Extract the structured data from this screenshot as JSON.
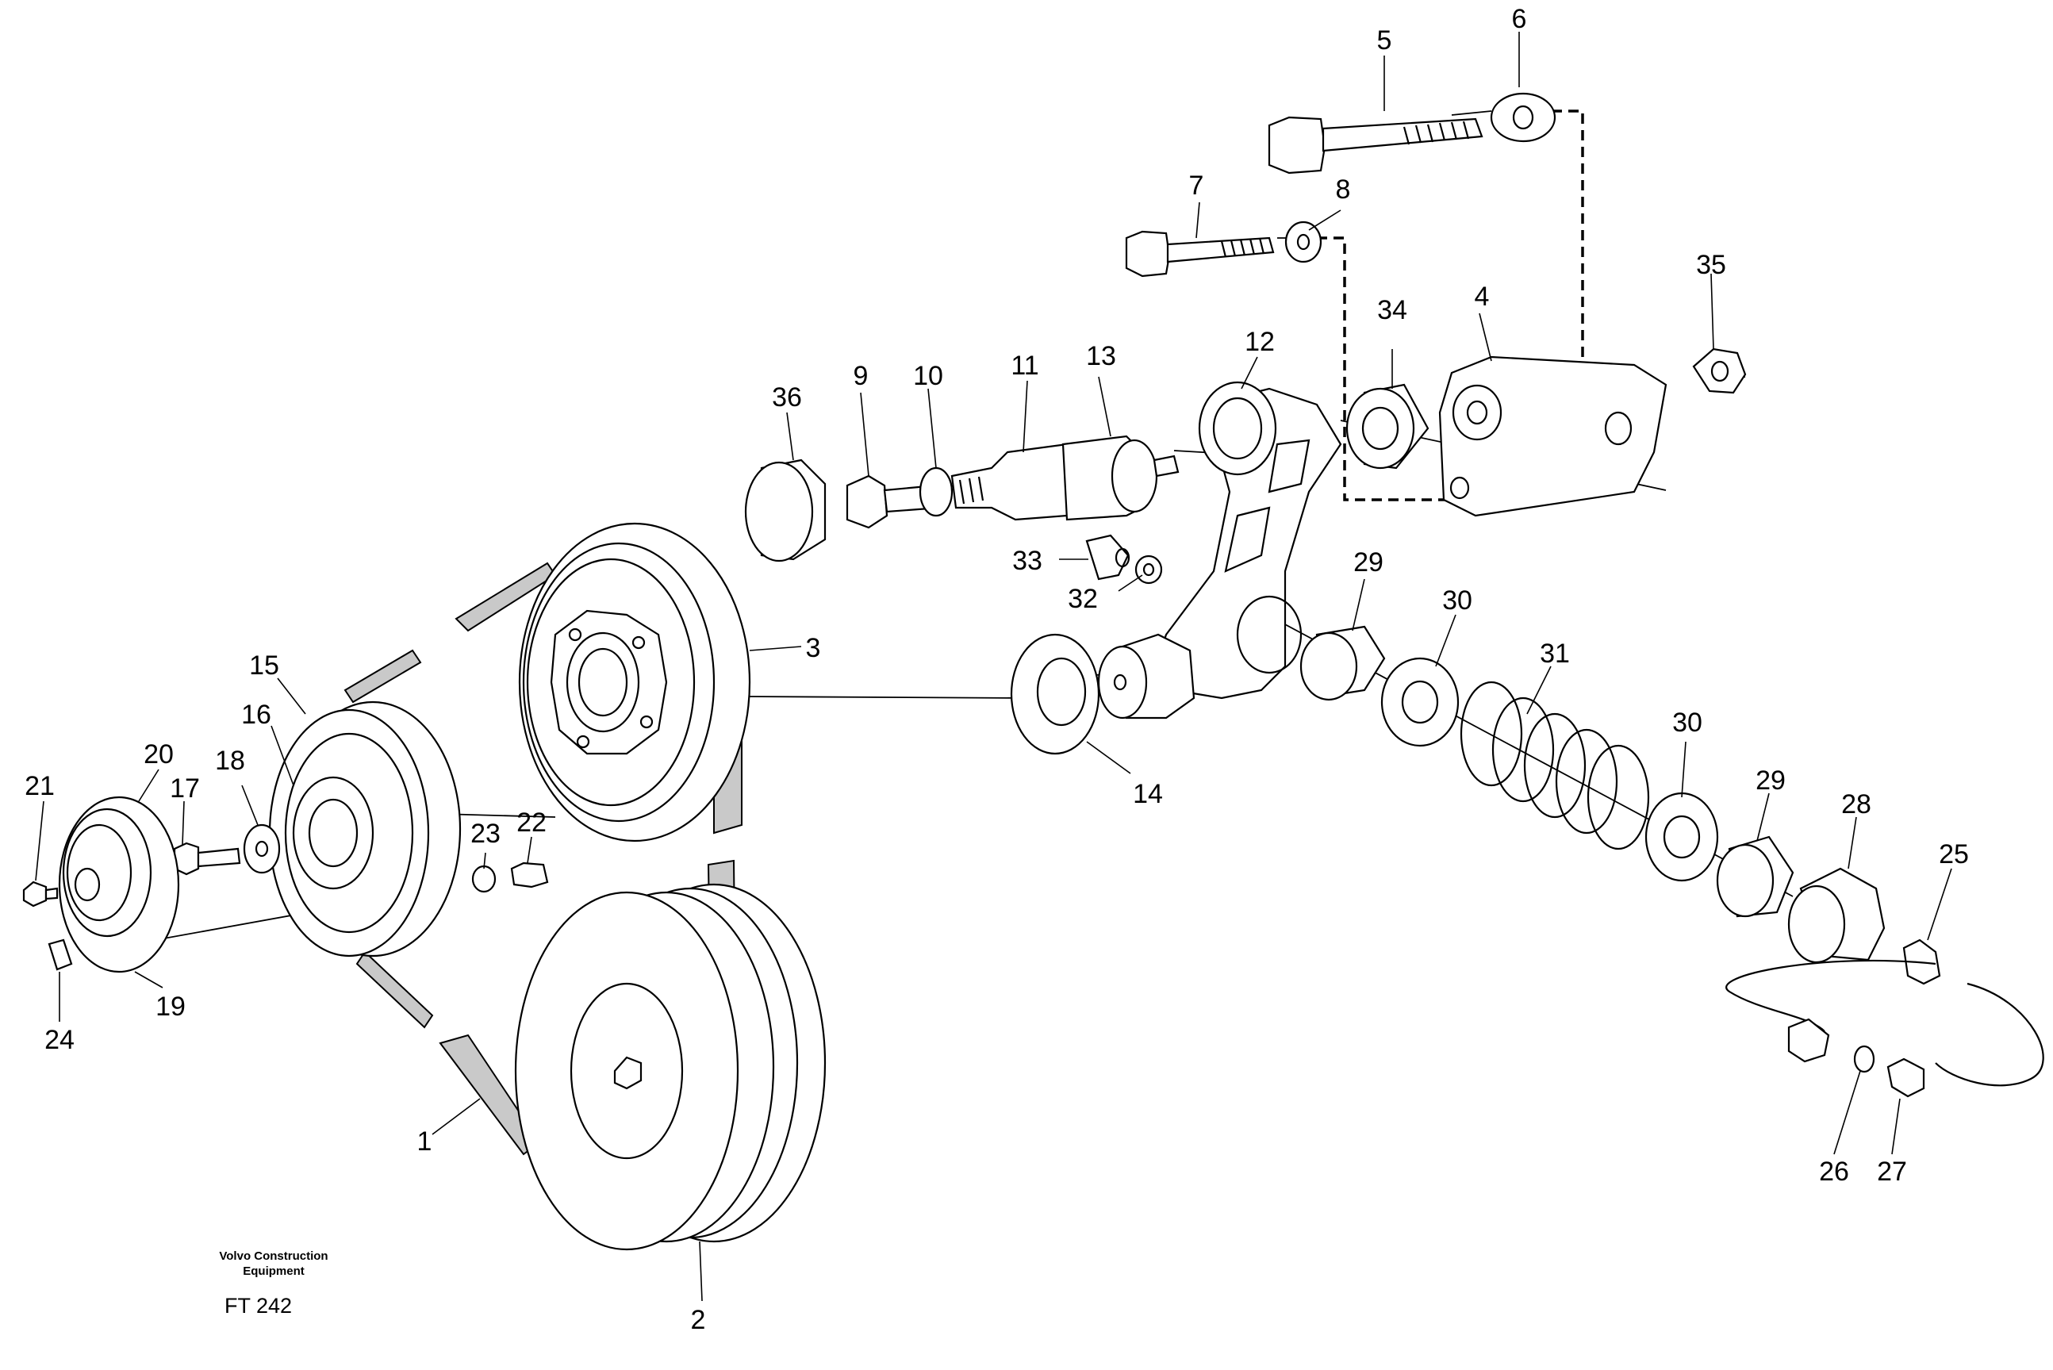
{
  "figure": {
    "credit_line1": "Volvo Construction",
    "credit_line2": "Equipment",
    "code": "FT 242"
  },
  "callouts": [
    "1",
    "2",
    "3",
    "4",
    "5",
    "6",
    "7",
    "8",
    "9",
    "10",
    "11",
    "12",
    "13",
    "14",
    "15",
    "16",
    "17",
    "18",
    "19",
    "20",
    "21",
    "22",
    "23",
    "24",
    "25",
    "26",
    "27",
    "28",
    "29",
    "30",
    "31",
    "32",
    "33",
    "34",
    "35",
    "36"
  ],
  "callouts_repeat": [
    "29",
    "30"
  ]
}
